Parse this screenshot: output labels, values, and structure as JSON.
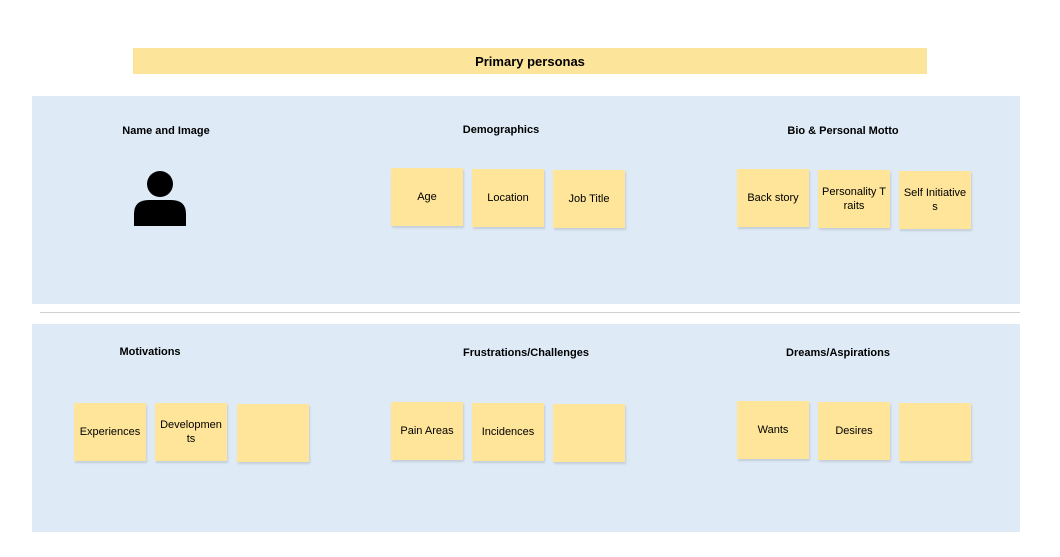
{
  "title": "Primary personas",
  "sections": {
    "name_image": {
      "heading": "Name and Image",
      "icon": "person-icon"
    },
    "demographics": {
      "heading": "Demographics",
      "notes": [
        "Age",
        "Location",
        "Job Title"
      ]
    },
    "bio": {
      "heading": "Bio & Personal Motto",
      "notes": [
        "Back story",
        "Personality Traits",
        "Self Initiatives"
      ]
    },
    "motivations": {
      "heading": "Motivations",
      "notes": [
        "Experiences",
        "Developments",
        ""
      ]
    },
    "frustrations": {
      "heading": "Frustrations/Challenges",
      "notes": [
        "Pain Areas",
        "Incidences",
        ""
      ]
    },
    "dreams": {
      "heading": "Dreams/Aspirations",
      "notes": [
        "Wants",
        "Desires",
        ""
      ]
    }
  },
  "colors": {
    "banner": "#fde49b",
    "band": "#deeaf6",
    "sticky_note": "#fee599",
    "icon": "#000000"
  }
}
